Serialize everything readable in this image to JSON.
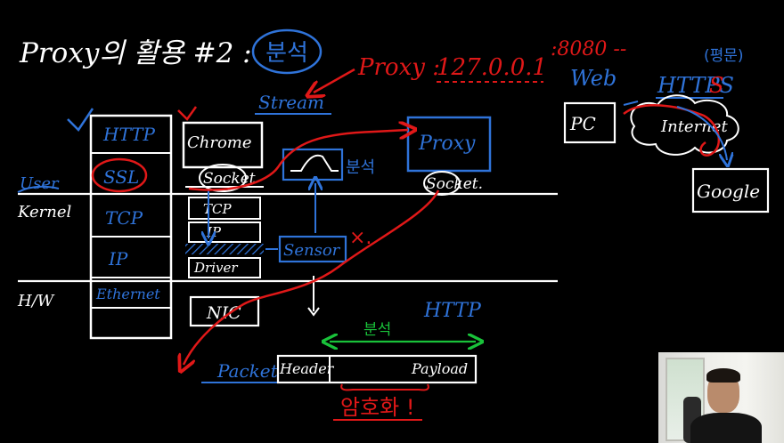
{
  "title": {
    "main": "Proxy의 활용 #2 :",
    "circled": "분석"
  },
  "proxy_address": {
    "label": "Proxy :",
    "ip": "127.0.0.1",
    "port": ":8080 --"
  },
  "layers": {
    "user": "User",
    "kernel": "Kernel",
    "hw": "H/W"
  },
  "osi_stack": [
    "HTTP",
    "SSL",
    "TCP",
    "IP",
    "Ethernet"
  ],
  "impl_stack": [
    "Chrome",
    "Socket",
    "TCP",
    "IP",
    "Driver",
    "NIC"
  ],
  "annotations": {
    "stream": "Stream",
    "analysis_side": "분석",
    "sensor": "Sensor",
    "sensor_mark": "×.",
    "proxy_box": "Proxy",
    "proxy_socket": "Socket.",
    "packet": "Packet",
    "header": "Header",
    "payload": "Payload",
    "http_over_payload": "HTTP",
    "analysis_over_payload": "분석",
    "encrypted": "암호화 !"
  },
  "web": {
    "web_label": "Web",
    "plaintext_label": "(평문)",
    "https_label": "HTTPS",
    "pc": "PC",
    "internet": "Internet",
    "google": "Google"
  },
  "colors": {
    "white": "#ffffff",
    "blue": "#2f73d9",
    "red": "#e01818"
  }
}
